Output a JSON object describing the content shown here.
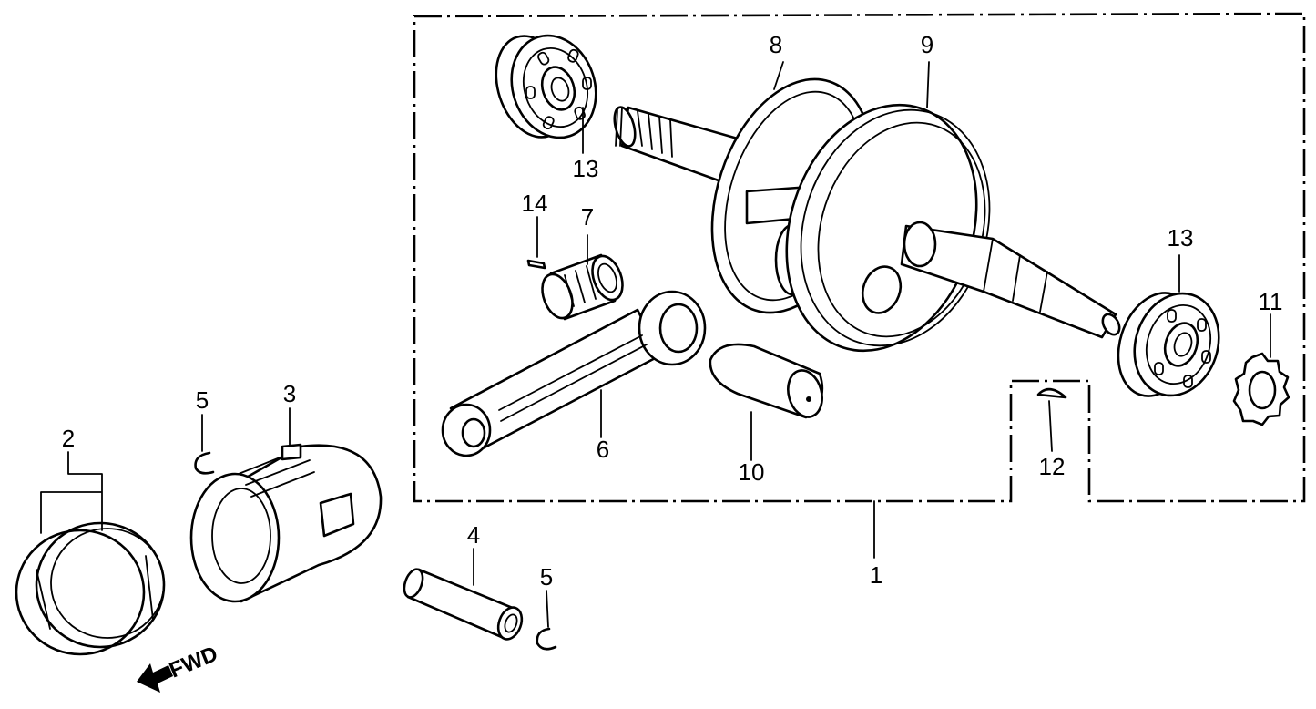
{
  "callouts": {
    "c1": "1",
    "c2": "2",
    "c3": "3",
    "c4": "4",
    "c5a": "5",
    "c5b": "5",
    "c6": "6",
    "c7": "7",
    "c8": "8",
    "c9": "9",
    "c10": "10",
    "c11": "11",
    "c12": "12",
    "c13a": "13",
    "c13b": "13",
    "c14": "14"
  },
  "direction_label": "FWD"
}
